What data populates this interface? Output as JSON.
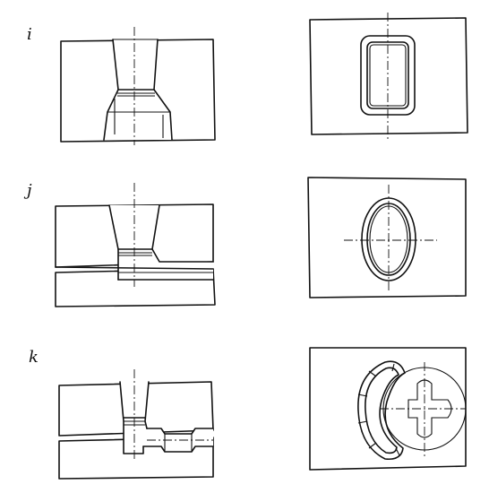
{
  "rows": [
    {
      "label": "i"
    },
    {
      "label": "j"
    },
    {
      "label": "k"
    }
  ]
}
